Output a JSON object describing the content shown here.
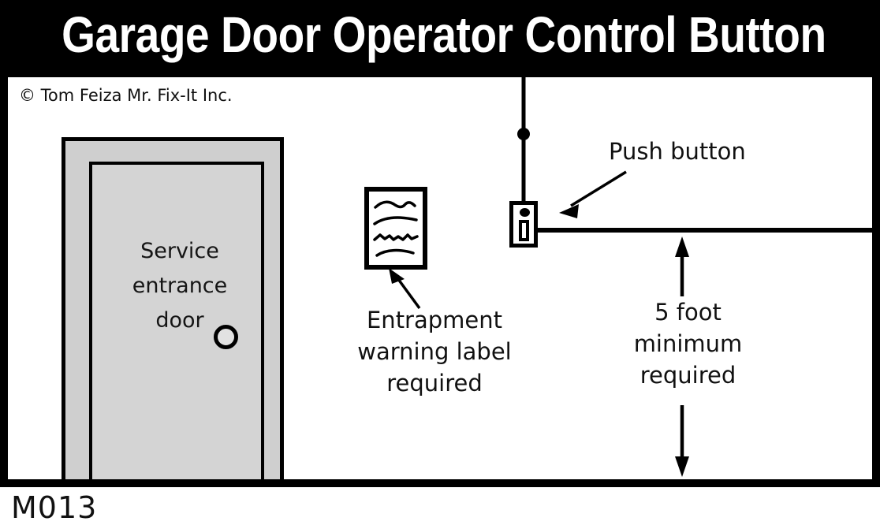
{
  "header": {
    "title": "Garage Door Operator Control Button"
  },
  "illustration": {
    "copyright": "© Tom Feiza Mr. Fix-It Inc.",
    "door": {
      "label_line1": "Service",
      "label_line2": "entrance",
      "label_line3": "door",
      "knob_name": "door-knob"
    },
    "annotations": {
      "push_button": "Push button",
      "entrapment": "Entrapment warning label required",
      "five_foot": "5 foot minimum required"
    },
    "warning_label": {
      "squiggle_count": 4
    },
    "push_button_device": {
      "name": "wall-mounted push button control"
    }
  },
  "footer": {
    "code": "M013"
  },
  "colors": {
    "title_bar_bg": "#000000",
    "title_text": "#ffffff",
    "frame_border": "#000000",
    "canvas_bg": "#ffffff",
    "door_fill": "#cfcfcf",
    "door_panel_fill": "#d4d4d4",
    "knob_fill": "#e2e2e2",
    "line_color": "#000000",
    "text_color": "#111111"
  }
}
